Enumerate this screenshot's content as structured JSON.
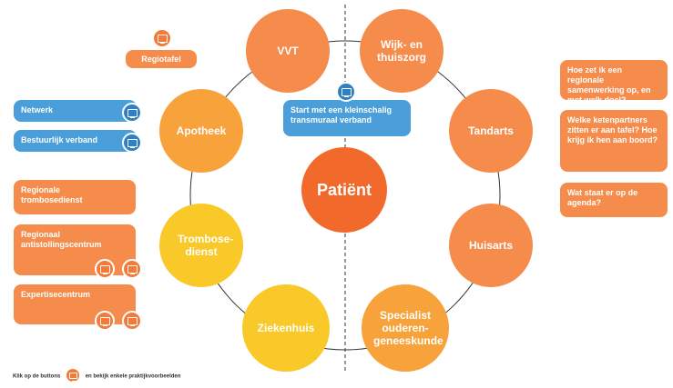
{
  "colors": {
    "orange_dark": "#f26a2b",
    "orange": "#f58c4c",
    "orange_light": "#f7a23a",
    "yellow": "#f9c829",
    "blue": "#4a9ed9",
    "line": "#333333"
  },
  "center": {
    "label": "Patiënt"
  },
  "nodes": [
    {
      "label": "VVT"
    },
    {
      "label": "Wijk- en thuiszorg"
    },
    {
      "label": "Tandarts"
    },
    {
      "label": "Huisarts"
    },
    {
      "label": "Specialist ouderen-geneeskunde"
    },
    {
      "label": "Ziekenhuis"
    },
    {
      "label": "Trombose-dienst"
    },
    {
      "label": "Apotheek"
    }
  ],
  "regiotafel": {
    "label": "Regiotafel",
    "icon": "monitor-icon"
  },
  "start_box": {
    "label": "Start met een kleinschalig transmuraal verband",
    "icon": "monitor-icon"
  },
  "left_blue": [
    {
      "label": "Netwerk",
      "icon": "monitor-icon"
    },
    {
      "label": "Bestuurlijk verband",
      "icon": "monitor-icon"
    }
  ],
  "left_orange": [
    {
      "label": "Regionale trombosedienst"
    },
    {
      "label": "Regionaal antistollingscentrum",
      "icons": [
        "monitor-icon",
        "monitor-icon"
      ]
    },
    {
      "label": "Expertisecentrum",
      "icons": [
        "monitor-icon",
        "monitor-icon"
      ]
    }
  ],
  "questions": [
    {
      "label": "Hoe zet ik een regionale samenwerking op, en met welk doel?"
    },
    {
      "label": "Welke ketenpartners zitten er aan tafel? Hoe krijg ik hen aan boord?"
    },
    {
      "label": "Wat staat er op de agenda?"
    }
  ],
  "footer": {
    "before": "Klik op de buttons",
    "after": "en bekijk enkele praktijkvoorbeelden",
    "icon": "monitor-icon"
  }
}
